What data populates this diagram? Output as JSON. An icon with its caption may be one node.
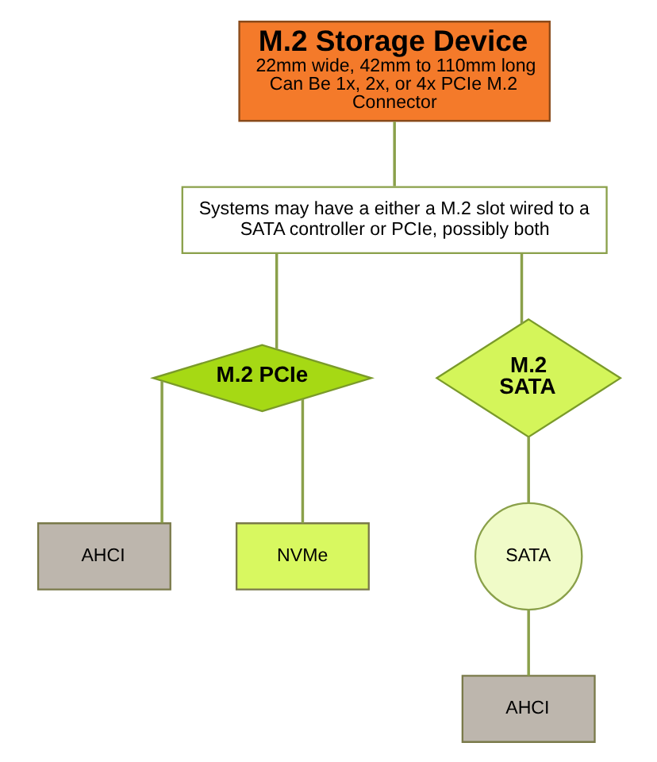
{
  "diagram": {
    "nodes": [
      {
        "text": [
          "M.2 Storage Device",
          "22mm wide, 42mm to 110mm long Can Be 1x, 2x, or 4x PCIe M.2 Connector"
        ]
      },
      {
        "text": [
          "Systems may have a either a M.2 slot wired to a SATA controller or PCIe, possibly both"
        ]
      },
      {
        "text": [
          "M.2 PCIe"
        ]
      },
      {
        "text": [
          "M.2 SATA"
        ]
      },
      {
        "text": [
          "SATA"
        ]
      },
      {
        "text": [
          "AHCI"
        ]
      },
      {
        "text": [
          "NVMe"
        ]
      },
      {
        "text": [
          "AHCI"
        ]
      }
    ],
    "edges": [
      {
        "from": 0,
        "to": 1,
        "arrow": "none"
      },
      {
        "from": 1,
        "to": 2,
        "arrow": "none"
      },
      {
        "from": 1,
        "to": 3,
        "arrow": "none"
      },
      {
        "from": 2,
        "to": 5,
        "arrow": "none"
      },
      {
        "from": 2,
        "to": 6,
        "arrow": "none"
      },
      {
        "from": 3,
        "to": 4,
        "arrow": "none"
      },
      {
        "from": 4,
        "to": 7,
        "arrow": "none"
      }
    ]
  }
}
